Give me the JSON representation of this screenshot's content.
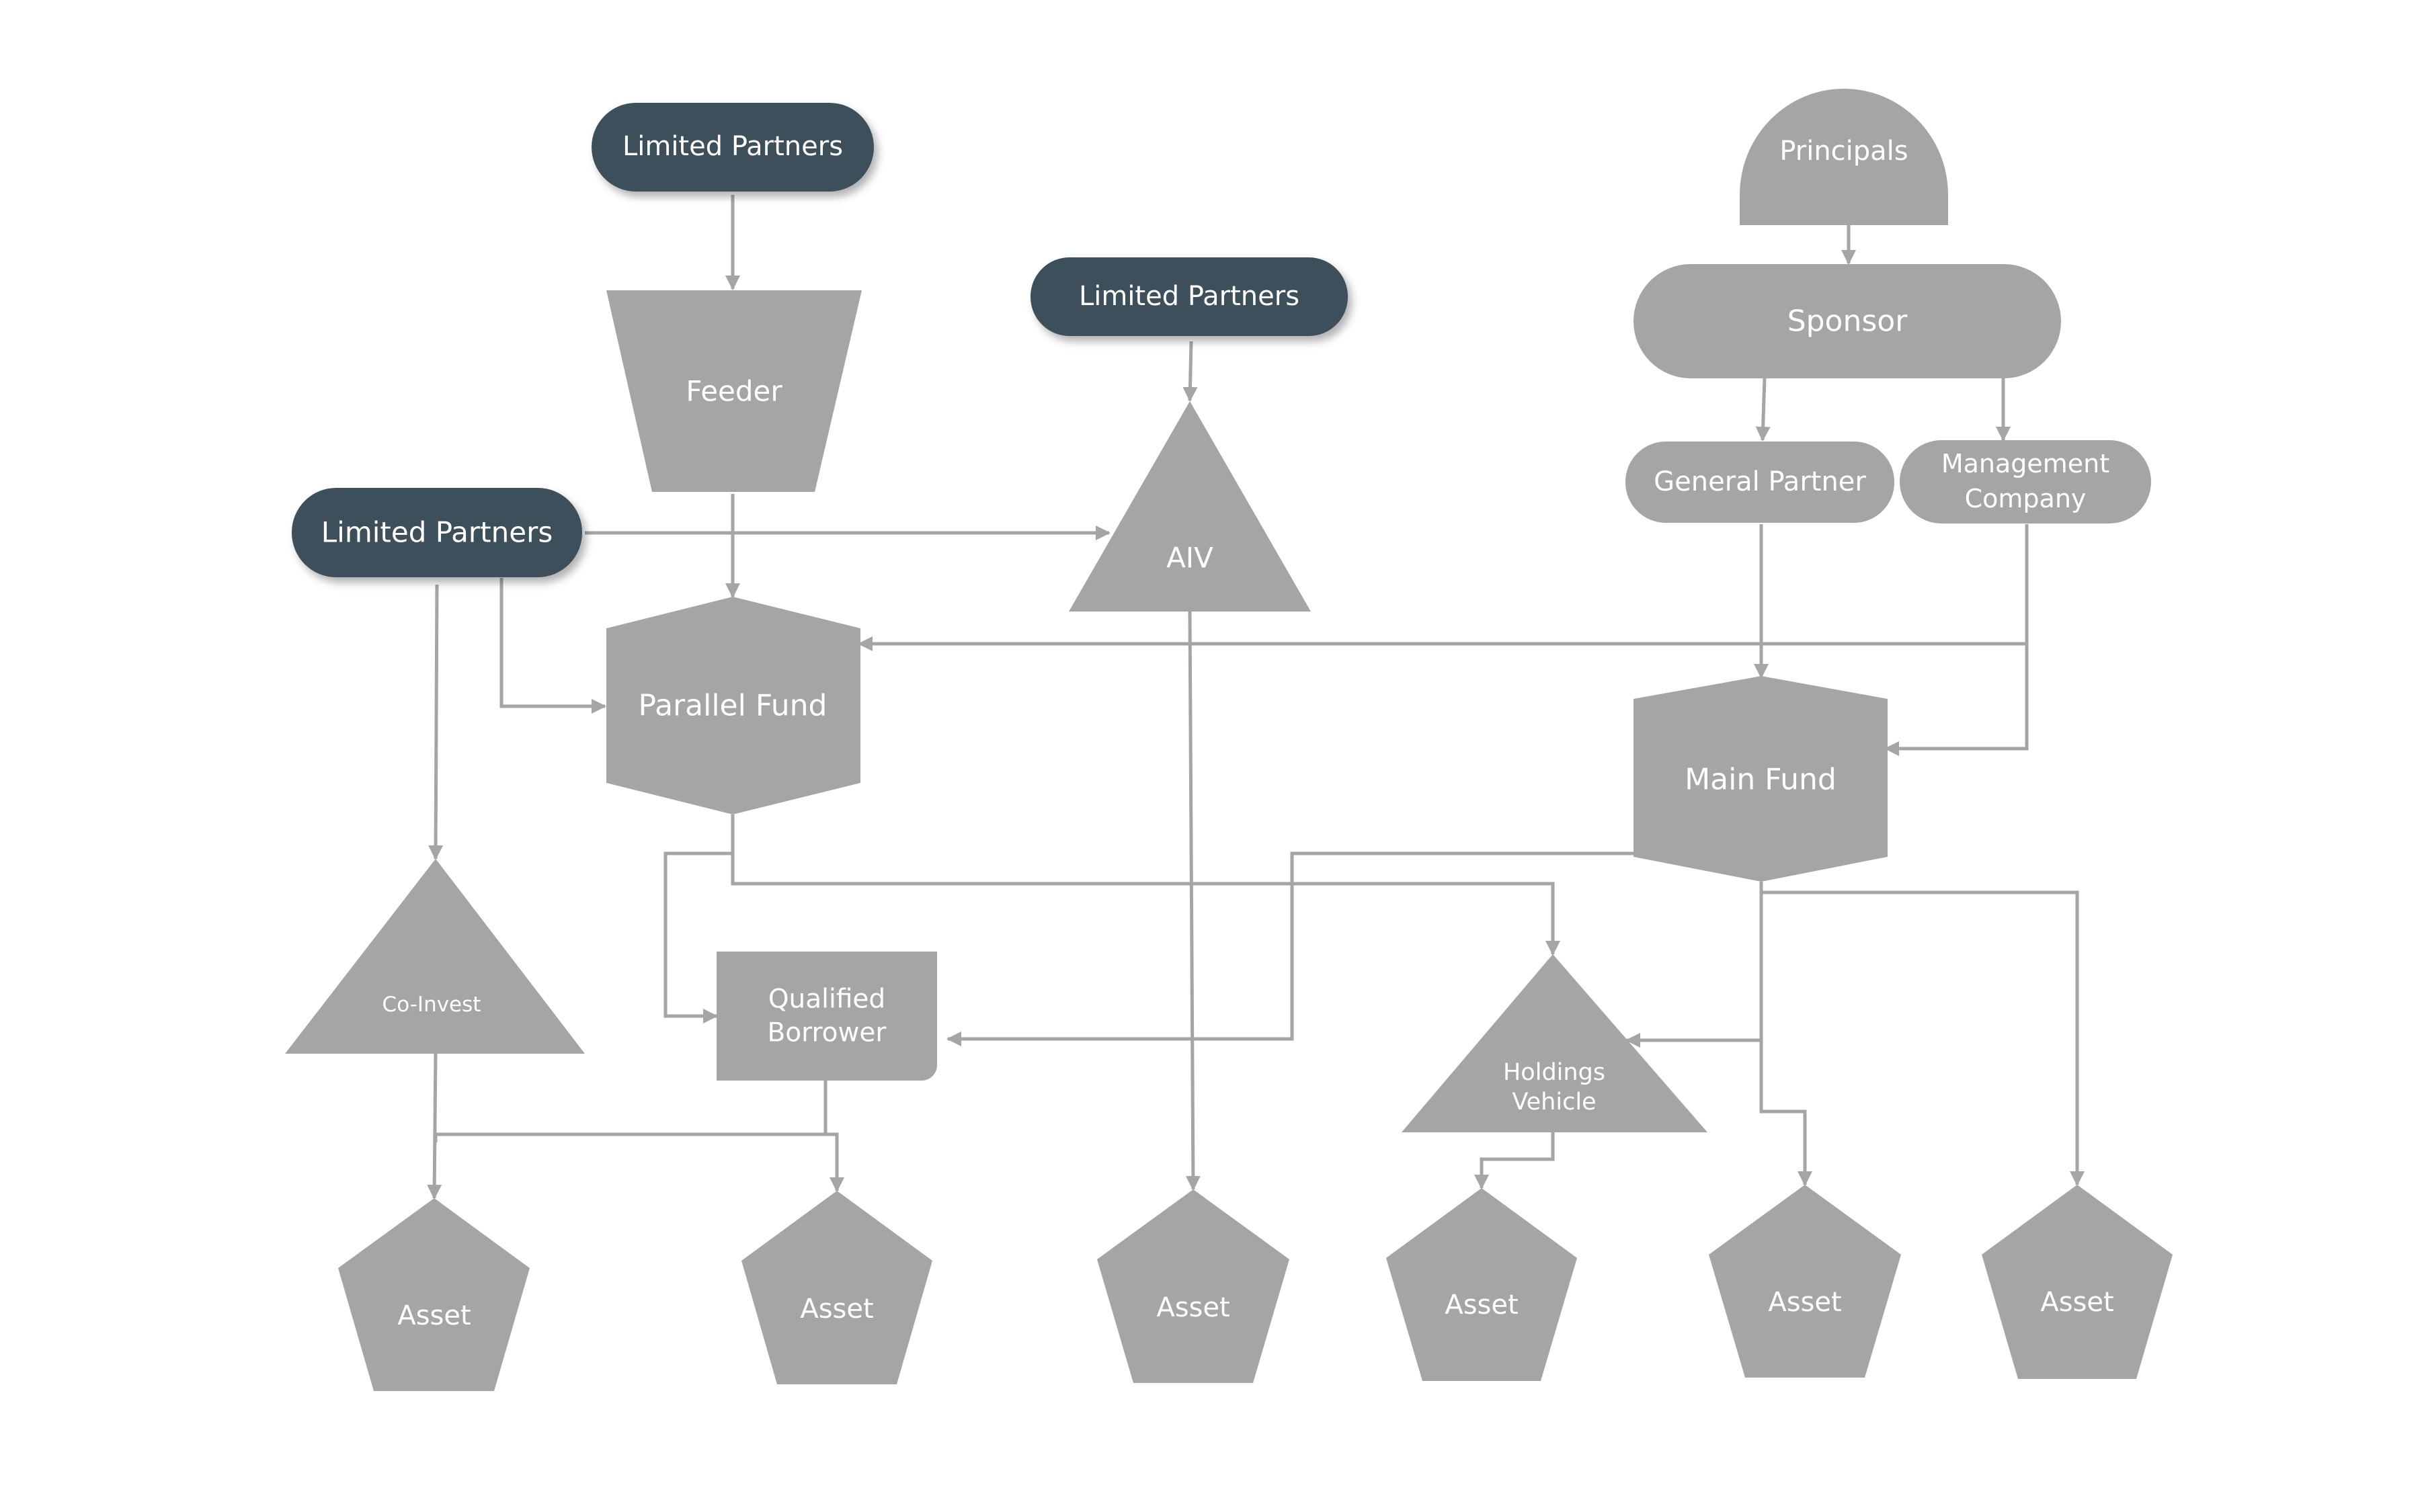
{
  "colors": {
    "node_fill": "#a5a5a5",
    "lp_fill": "#3e4f5a",
    "text": "#ffffff",
    "connector": "#a5a5a5"
  },
  "nodes": {
    "lp_top": "Limited Partners",
    "lp_mid": "Limited Partners",
    "lp_left": "Limited Partners",
    "feeder": "Feeder",
    "aiv": "AIV",
    "principals": "Principals",
    "sponsor": "Sponsor",
    "general_partner": "General Partner",
    "management_company": [
      "Management",
      "Company"
    ],
    "parallel_fund": "Parallel Fund",
    "main_fund": "Main Fund",
    "co_invest": "Co-Invest",
    "qualified_borrower": [
      "Qualified",
      "Borrower"
    ],
    "holdings_vehicle": [
      "Holdings",
      "Vehicle"
    ],
    "assets": [
      "Asset",
      "Asset",
      "Asset",
      "Asset",
      "Asset",
      "Asset"
    ]
  }
}
